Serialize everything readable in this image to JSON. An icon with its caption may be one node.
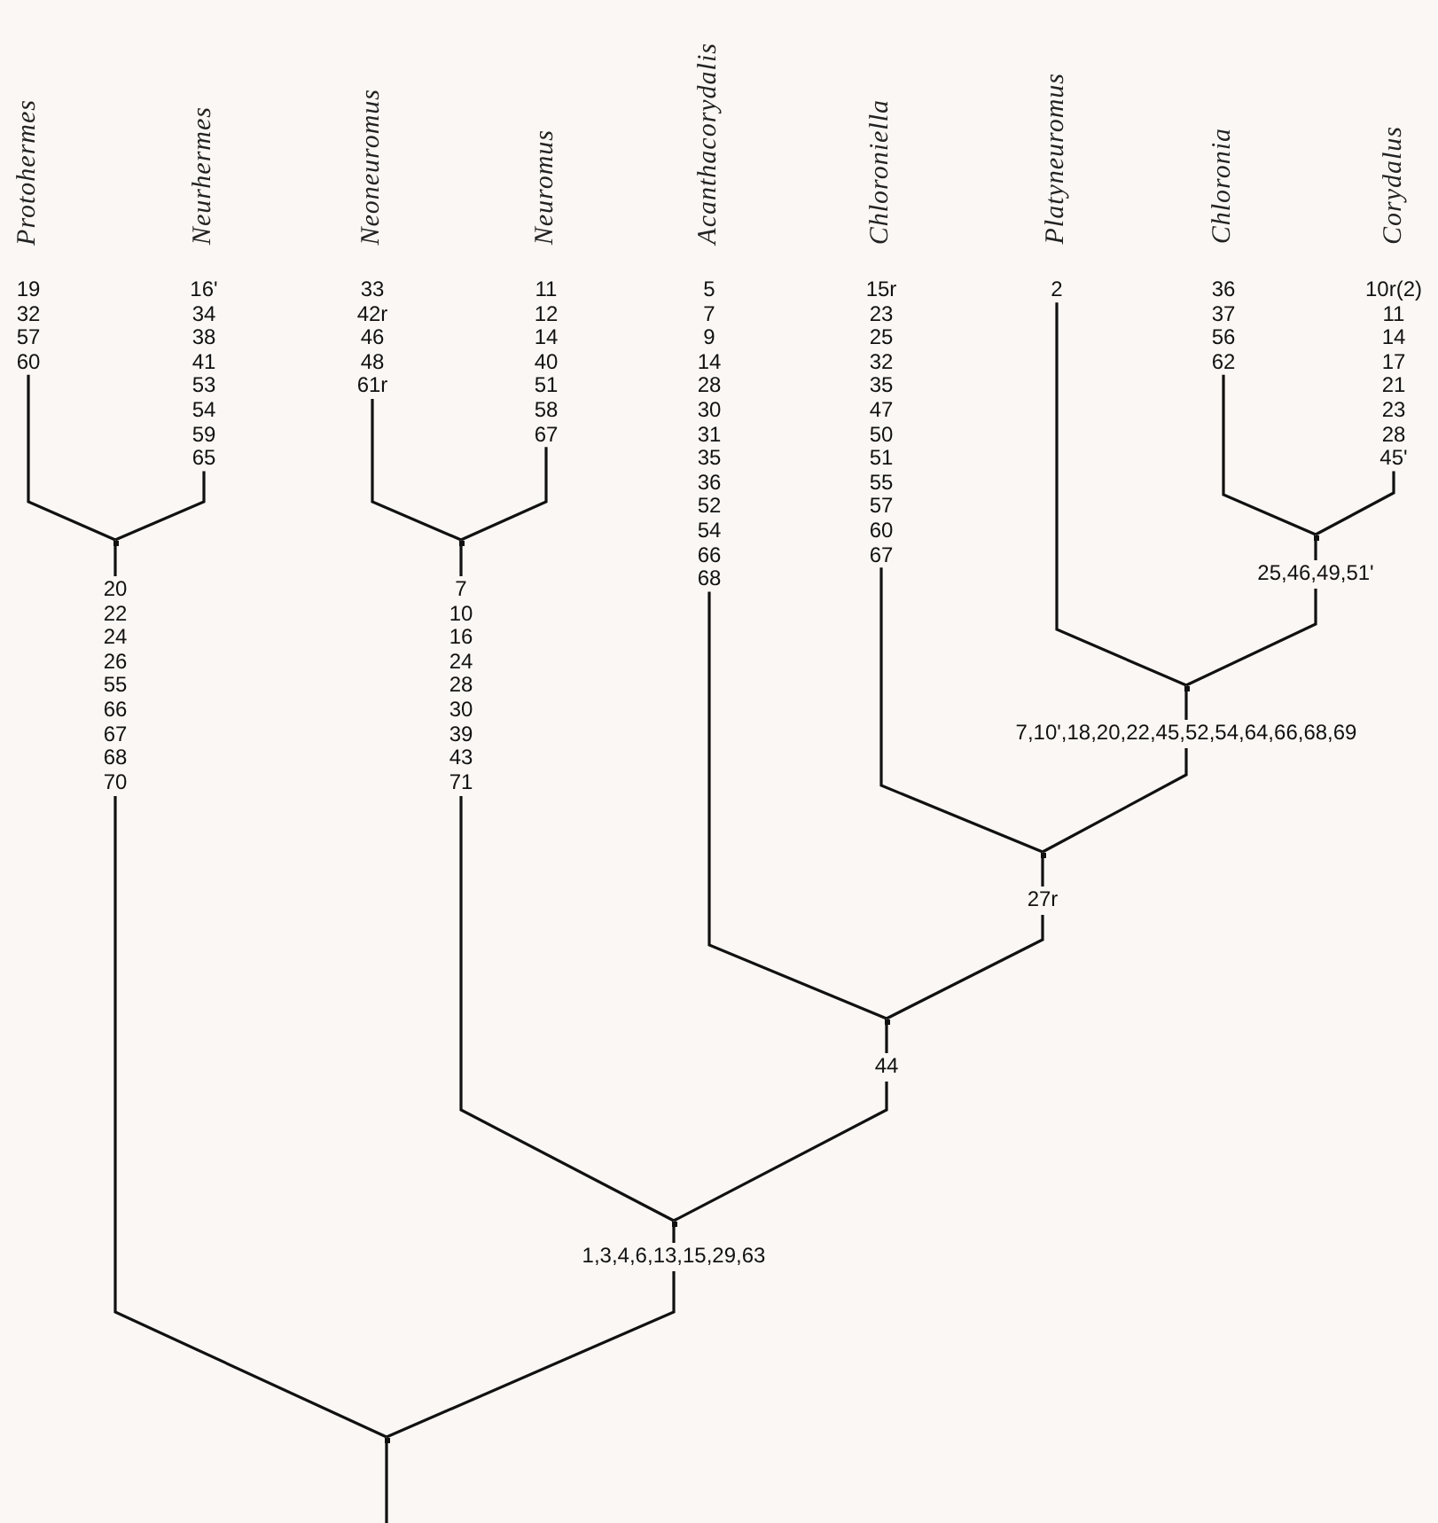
{
  "diagram": {
    "nodes": [
      {
        "text": [
          "Protohermes"
        ],
        "beside": [
          "19 32 57 60"
        ]
      },
      {
        "text": [
          "Neurhermes"
        ],
        "beside": [
          "16' 34 38 41 53 54 59 65"
        ]
      },
      {
        "text": [
          "Neoneuromus"
        ],
        "beside": [
          "33 42r 46 48 61r"
        ]
      },
      {
        "text": [
          "Neuromus"
        ],
        "beside": [
          "11 12 14 40 51 58 67"
        ]
      },
      {
        "text": [
          "Acanthacorydalis"
        ],
        "beside": [
          "5 7 9 14 28 30 31 35 36 52 54 66 68"
        ]
      },
      {
        "text": [
          "Chloroniella"
        ],
        "beside": [
          "15r 23 25 32 35 47 50 51 55 57 60 67"
        ]
      },
      {
        "text": [
          "Platyneuromus"
        ],
        "beside": [
          "2"
        ]
      },
      {
        "text": [
          "Chloronia"
        ],
        "beside": [
          "36 37 56 62"
        ]
      },
      {
        "text": [
          "Corydalus"
        ],
        "beside": [
          "10r(2) 11 14 17 21 23 28 45'"
        ]
      },
      {
        "text": [],
        "shape": "point"
      },
      {
        "text": [],
        "shape": "point"
      },
      {
        "text": [],
        "shape": "point"
      },
      {
        "text": [],
        "shape": "point"
      },
      {
        "text": [],
        "shape": "point"
      },
      {
        "text": [],
        "shape": "point"
      },
      {
        "text": [],
        "shape": "point"
      },
      {
        "text": [],
        "shape": "point"
      }
    ],
    "edges": [
      {
        "from": null,
        "to": 9,
        "arrow": "none"
      },
      {
        "from": 9,
        "to": 10,
        "arrow": "none",
        "label": "20 22 24 26 55 66 67 68 70"
      },
      {
        "from": 9,
        "to": 11,
        "arrow": "none",
        "label": "1,3,4,6,13,15,29,63"
      },
      {
        "from": 10,
        "to": 0,
        "arrow": "none"
      },
      {
        "from": 10,
        "to": 1,
        "arrow": "none"
      },
      {
        "from": 11,
        "to": 12,
        "arrow": "none",
        "label": "7 10 16 24 28 30 39 43 71"
      },
      {
        "from": 11,
        "to": 13,
        "arrow": "none",
        "label": "44"
      },
      {
        "from": 12,
        "to": 2,
        "arrow": "none"
      },
      {
        "from": 12,
        "to": 3,
        "arrow": "none"
      },
      {
        "from": 13,
        "to": 4,
        "arrow": "none"
      },
      {
        "from": 13,
        "to": 14,
        "arrow": "none",
        "label": "27r"
      },
      {
        "from": 14,
        "to": 5,
        "arrow": "none"
      },
      {
        "from": 14,
        "to": 15,
        "arrow": "none",
        "label": "7,10',18,20,22,45,52,54,64,66,68,69"
      },
      {
        "from": 15,
        "to": 6,
        "arrow": "none"
      },
      {
        "from": 15,
        "to": 16,
        "arrow": "none",
        "label": "25,46,49,51'"
      },
      {
        "from": 16,
        "to": 7,
        "arrow": "none"
      },
      {
        "from": 16,
        "to": 8,
        "arrow": "none"
      }
    ]
  }
}
